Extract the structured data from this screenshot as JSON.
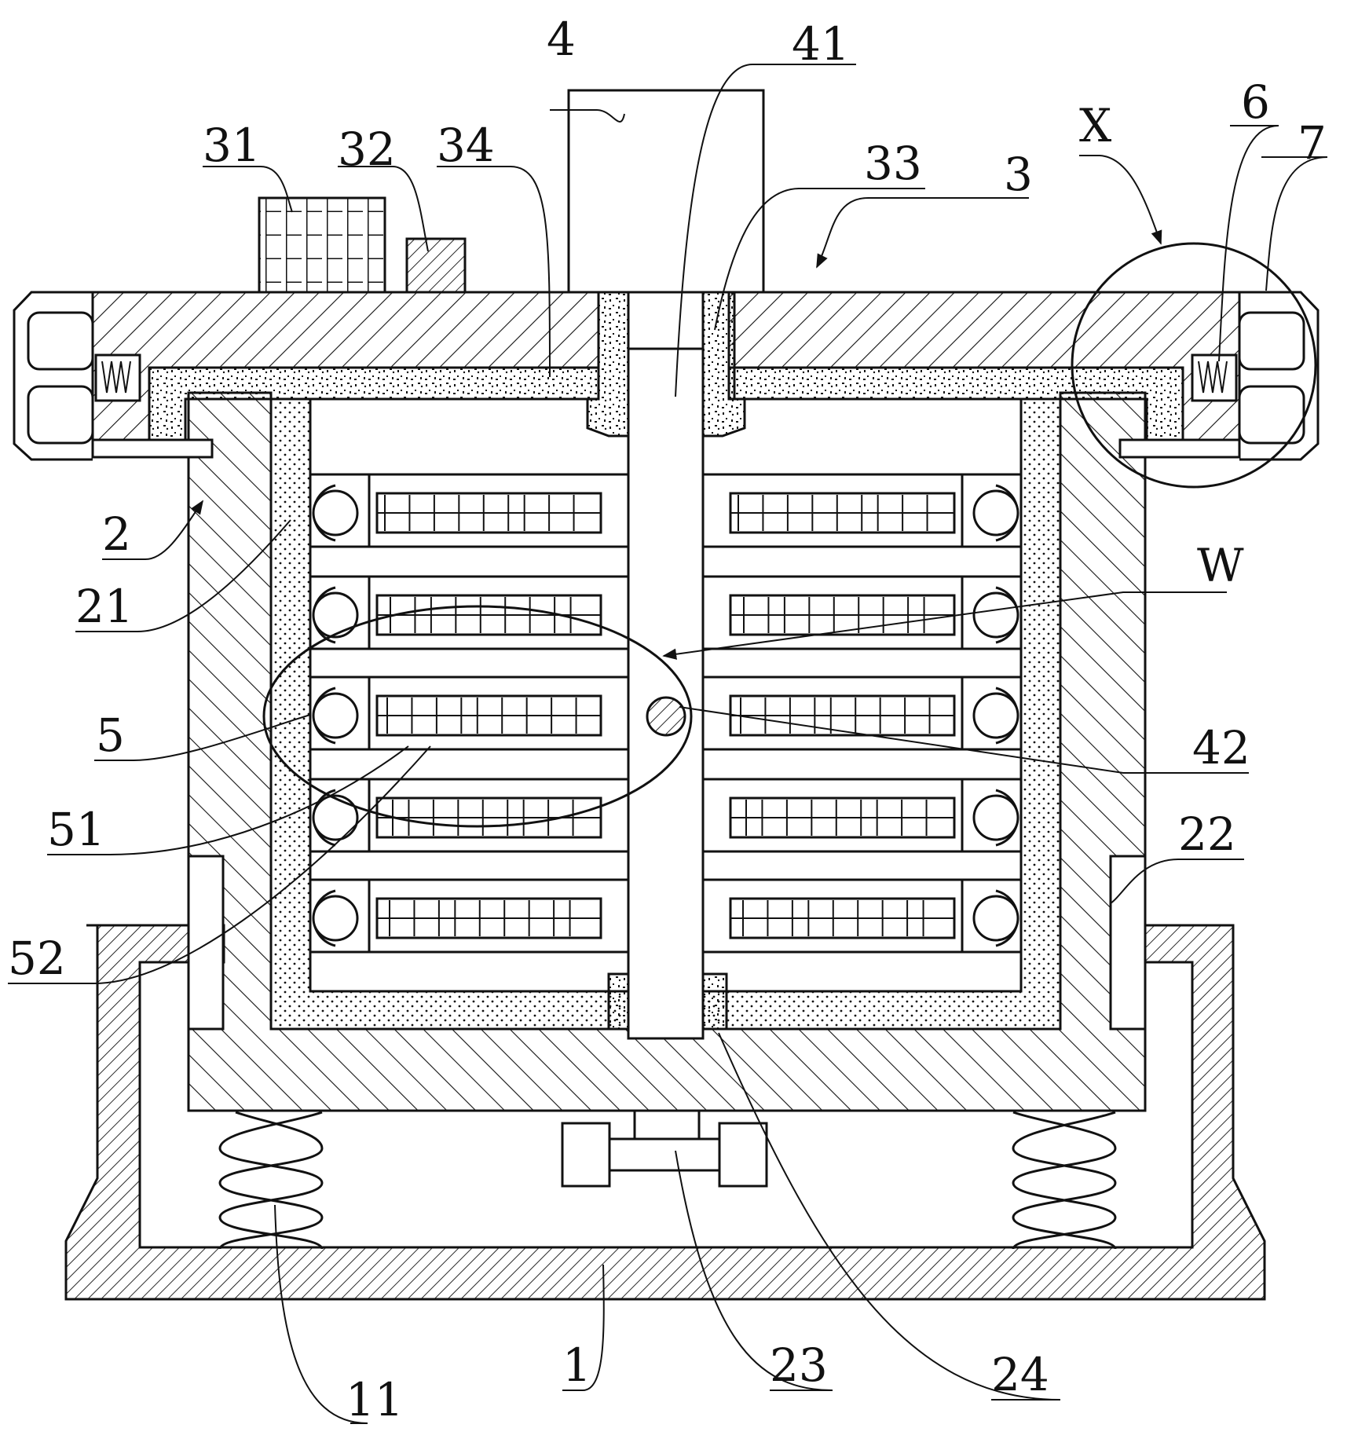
{
  "figure": {
    "type": "patent cross-section drawing",
    "description": "Sectional view of an apparatus: base housing with springs, inner chamber with heating layer, lid with spindle, shelf racks and latch assemblies"
  },
  "colors": {
    "line": "#111111",
    "background": "#ffffff"
  },
  "labels": [
    {
      "id": "1",
      "text": "1",
      "part": "base"
    },
    {
      "id": "11",
      "text": "11",
      "part": "damping spring"
    },
    {
      "id": "2",
      "text": "2",
      "part": "chamber housing"
    },
    {
      "id": "21",
      "text": "21",
      "part": "heating layer"
    },
    {
      "id": "22",
      "text": "22",
      "part": "slide groove"
    },
    {
      "id": "23",
      "text": "23",
      "part": "vibration motor"
    },
    {
      "id": "24",
      "text": "24",
      "part": "lower bearing seat"
    },
    {
      "id": "3",
      "text": "3",
      "part": "lid"
    },
    {
      "id": "31",
      "text": "31",
      "part": "control panel"
    },
    {
      "id": "32",
      "text": "32",
      "part": "indicator"
    },
    {
      "id": "33",
      "text": "33",
      "part": "upper bearing seat"
    },
    {
      "id": "34",
      "text": "34",
      "part": "sealing layer"
    },
    {
      "id": "4",
      "text": "4",
      "part": "motor"
    },
    {
      "id": "41",
      "text": "41",
      "part": "rotating shaft"
    },
    {
      "id": "42",
      "text": "42",
      "part": "connector"
    },
    {
      "id": "5",
      "text": "5",
      "part": "rack"
    },
    {
      "id": "51",
      "text": "51",
      "part": "tray"
    },
    {
      "id": "52",
      "text": "52",
      "part": "roller"
    },
    {
      "id": "6",
      "text": "6",
      "part": "latch spring"
    },
    {
      "id": "7",
      "text": "7",
      "part": "handle"
    },
    {
      "id": "W",
      "text": "W",
      "part": "detail region W"
    },
    {
      "id": "X",
      "text": "X",
      "part": "detail region X"
    }
  ]
}
